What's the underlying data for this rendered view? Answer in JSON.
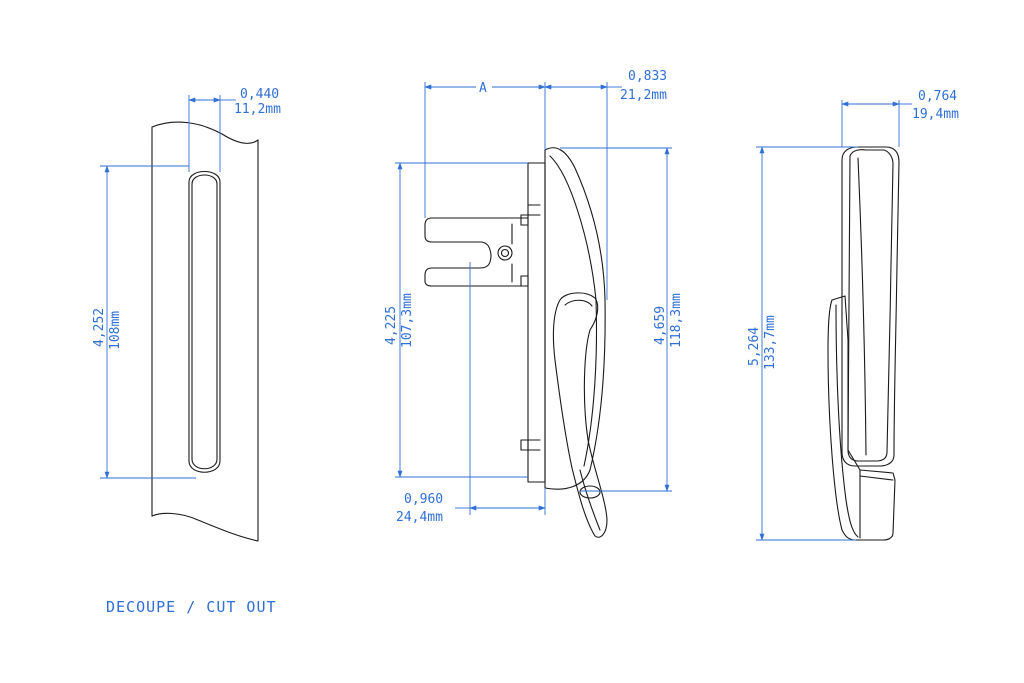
{
  "caption": "DECOUPE / CUT OUT",
  "cutout_view": {
    "width_in": "0,440",
    "width_mm": "11,2mm",
    "height_in": "4,252",
    "height_mm": "108mm"
  },
  "side_view": {
    "label_a": "A",
    "depth_in": "0,833",
    "depth_mm": "21,2mm",
    "height_in": "4,225",
    "height_mm": "107,3mm",
    "overall_in": "4,659",
    "overall_mm": "118,3mm",
    "base_in": "0,960",
    "base_mm": "24,4mm"
  },
  "profile_view": {
    "depth_in": "0,764",
    "depth_mm": "19,4mm",
    "height_in": "5,264",
    "height_mm": "133,7mm"
  },
  "colors": {
    "part": "#1a1a1a",
    "dimension": "#2f6fd6",
    "background": "#ffffff"
  }
}
